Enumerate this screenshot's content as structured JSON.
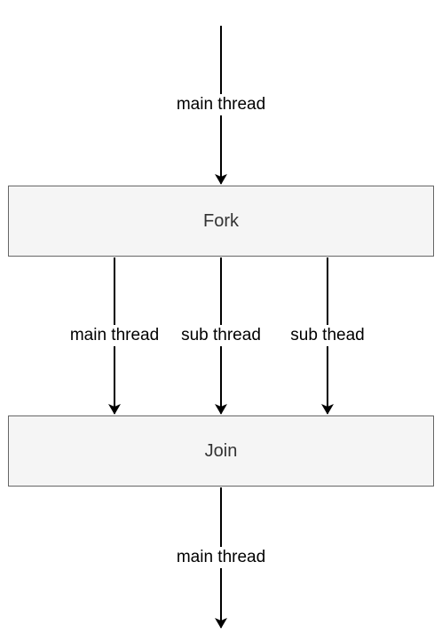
{
  "nodes": {
    "fork": "Fork",
    "join": "Join"
  },
  "edges": {
    "incoming": "main thread",
    "branch_main": "main thread",
    "branch_sub_1": "sub thread",
    "branch_sub_2": "sub thead",
    "outgoing": "main thread"
  },
  "colors": {
    "node_fill": "#f5f5f5",
    "node_border": "#666666",
    "node_text": "#333333",
    "edge": "#000000"
  }
}
